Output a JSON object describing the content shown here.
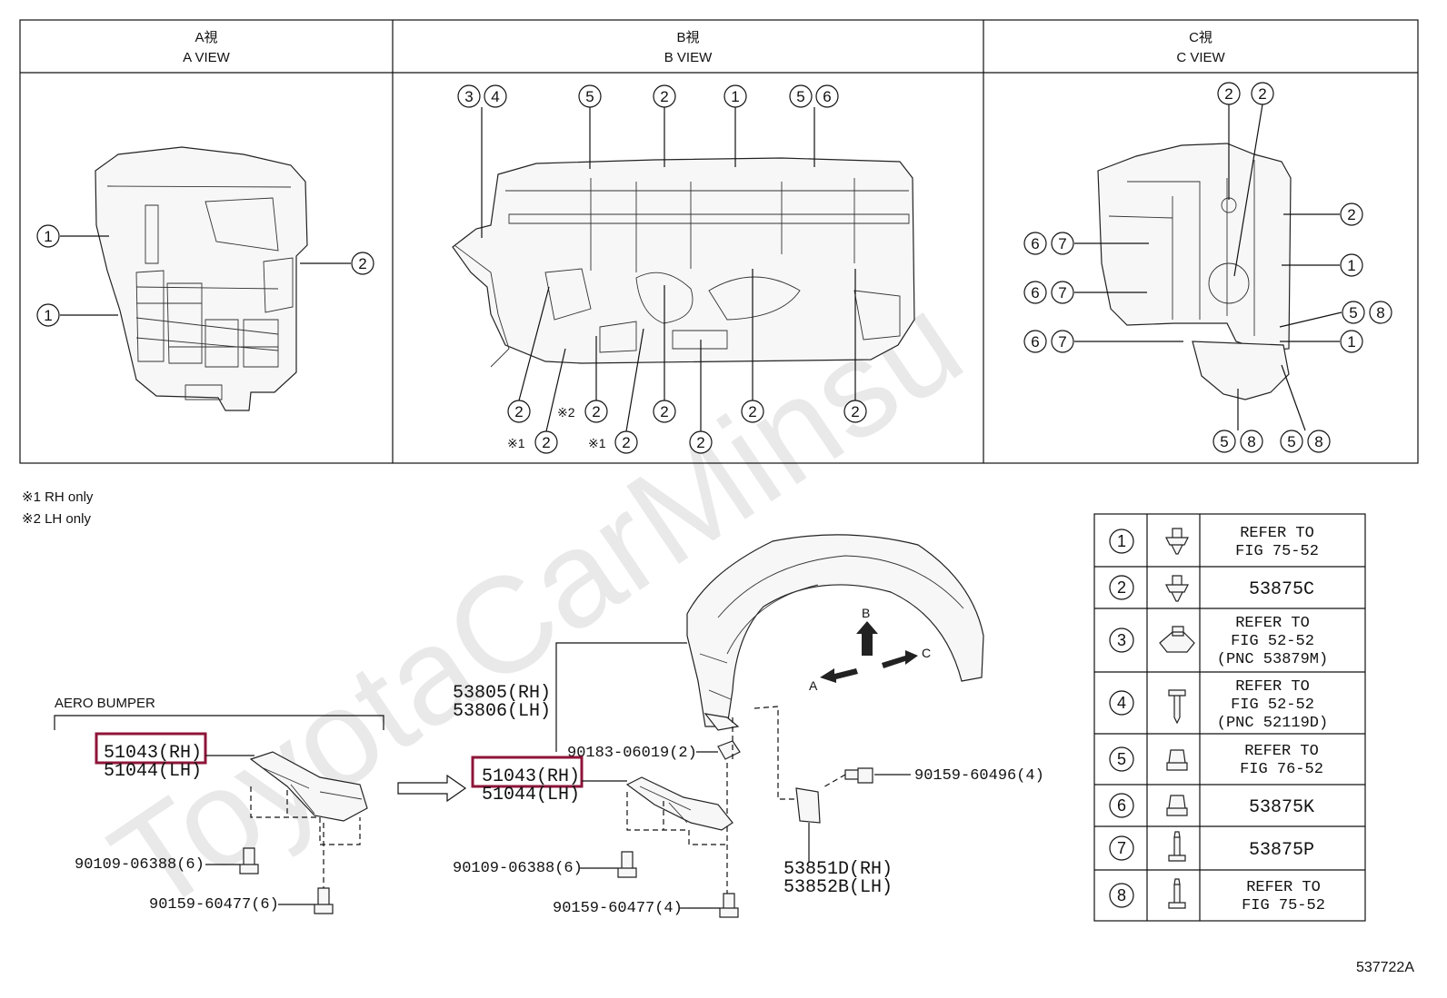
{
  "watermark": "ToyotaCarMinsu",
  "views": [
    {
      "jp": "A視",
      "en": "A VIEW"
    },
    {
      "jp": "B視",
      "en": "B VIEW"
    },
    {
      "jp": "C視",
      "en": "C VIEW"
    }
  ],
  "view_callouts": {
    "a": [
      {
        "nums": [
          "1"
        ]
      },
      {
        "nums": [
          "1"
        ]
      },
      {
        "nums": [
          "2"
        ]
      }
    ],
    "b": [
      {
        "prefix": "",
        "nums": [
          "3",
          "4"
        ]
      },
      {
        "prefix": "",
        "nums": [
          "5"
        ]
      },
      {
        "prefix": "",
        "nums": [
          "2"
        ]
      },
      {
        "prefix": "",
        "nums": [
          "1"
        ]
      },
      {
        "prefix": "",
        "nums": [
          "5",
          "6"
        ]
      },
      {
        "prefix": "",
        "nums": [
          "2"
        ]
      },
      {
        "prefix": "※2",
        "nums": [
          "2"
        ]
      },
      {
        "prefix": "",
        "nums": [
          "2"
        ]
      },
      {
        "prefix": "",
        "nums": [
          "2"
        ]
      },
      {
        "prefix": "",
        "nums": [
          "2"
        ]
      },
      {
        "prefix": "※1",
        "nums": [
          "2"
        ]
      },
      {
        "prefix": "※1",
        "nums": [
          "2"
        ]
      },
      {
        "prefix": "",
        "nums": [
          "2"
        ]
      }
    ],
    "c": [
      {
        "nums": [
          "2"
        ]
      },
      {
        "nums": [
          "2"
        ]
      },
      {
        "nums": [
          "2"
        ]
      },
      {
        "nums": [
          "1"
        ]
      },
      {
        "nums": [
          "5",
          "8"
        ]
      },
      {
        "nums": [
          "1"
        ]
      },
      {
        "nums": [
          "6",
          "7"
        ]
      },
      {
        "nums": [
          "6",
          "7"
        ]
      },
      {
        "nums": [
          "6",
          "7"
        ]
      },
      {
        "nums": [
          "5",
          "8"
        ]
      },
      {
        "nums": [
          "5",
          "8"
        ]
      }
    ]
  },
  "notes": [
    "※1 RH only",
    "※2 LH only"
  ],
  "aero_bumper_label": "AERO BUMPER",
  "parts": {
    "left_liner_rh": "51043(RH)",
    "left_liner_lh": "51044(LH)",
    "left_bolt_a": "90109-06388(6)",
    "left_bolt_b": "90159-60477(6)",
    "fender_liner_rh": "53805(RH)",
    "fender_liner_lh": "53806(LH)",
    "clip": "90183-06019(2)",
    "mid_liner_rh": "51043(RH)",
    "mid_liner_lh": "51044(LH)",
    "mid_bolt_a": "90109-06388(6)",
    "mid_bolt_b": "90159-60477(4)",
    "screw": "90159-60496(4)",
    "mudguard_rh": "53851D(RH)",
    "mudguard_lh": "53852B(LH)"
  },
  "arrows": {
    "a": "A",
    "b": "B",
    "c": "C"
  },
  "legend": [
    {
      "num": "1",
      "icon": "push-clip-icon",
      "text": [
        "REFER TO",
        "FIG 75-52"
      ]
    },
    {
      "num": "2",
      "icon": "push-clip-icon",
      "text": [
        "53875C"
      ]
    },
    {
      "num": "3",
      "icon": "nut-clip-icon",
      "text": [
        "REFER TO",
        "FIG 52-52",
        "(PNC 53879M)"
      ]
    },
    {
      "num": "4",
      "icon": "screw-icon",
      "text": [
        "REFER TO",
        "FIG 52-52",
        "(PNC 52119D)"
      ]
    },
    {
      "num": "5",
      "icon": "clip-icon",
      "text": [
        "REFER TO",
        "FIG 76-52"
      ]
    },
    {
      "num": "6",
      "icon": "clip-icon",
      "text": [
        "53875K"
      ]
    },
    {
      "num": "7",
      "icon": "screw-icon",
      "text": [
        "53875P"
      ]
    },
    {
      "num": "8",
      "icon": "screw-icon",
      "text": [
        "REFER TO",
        "FIG 75-52"
      ]
    }
  ],
  "figure_id": "537722A"
}
